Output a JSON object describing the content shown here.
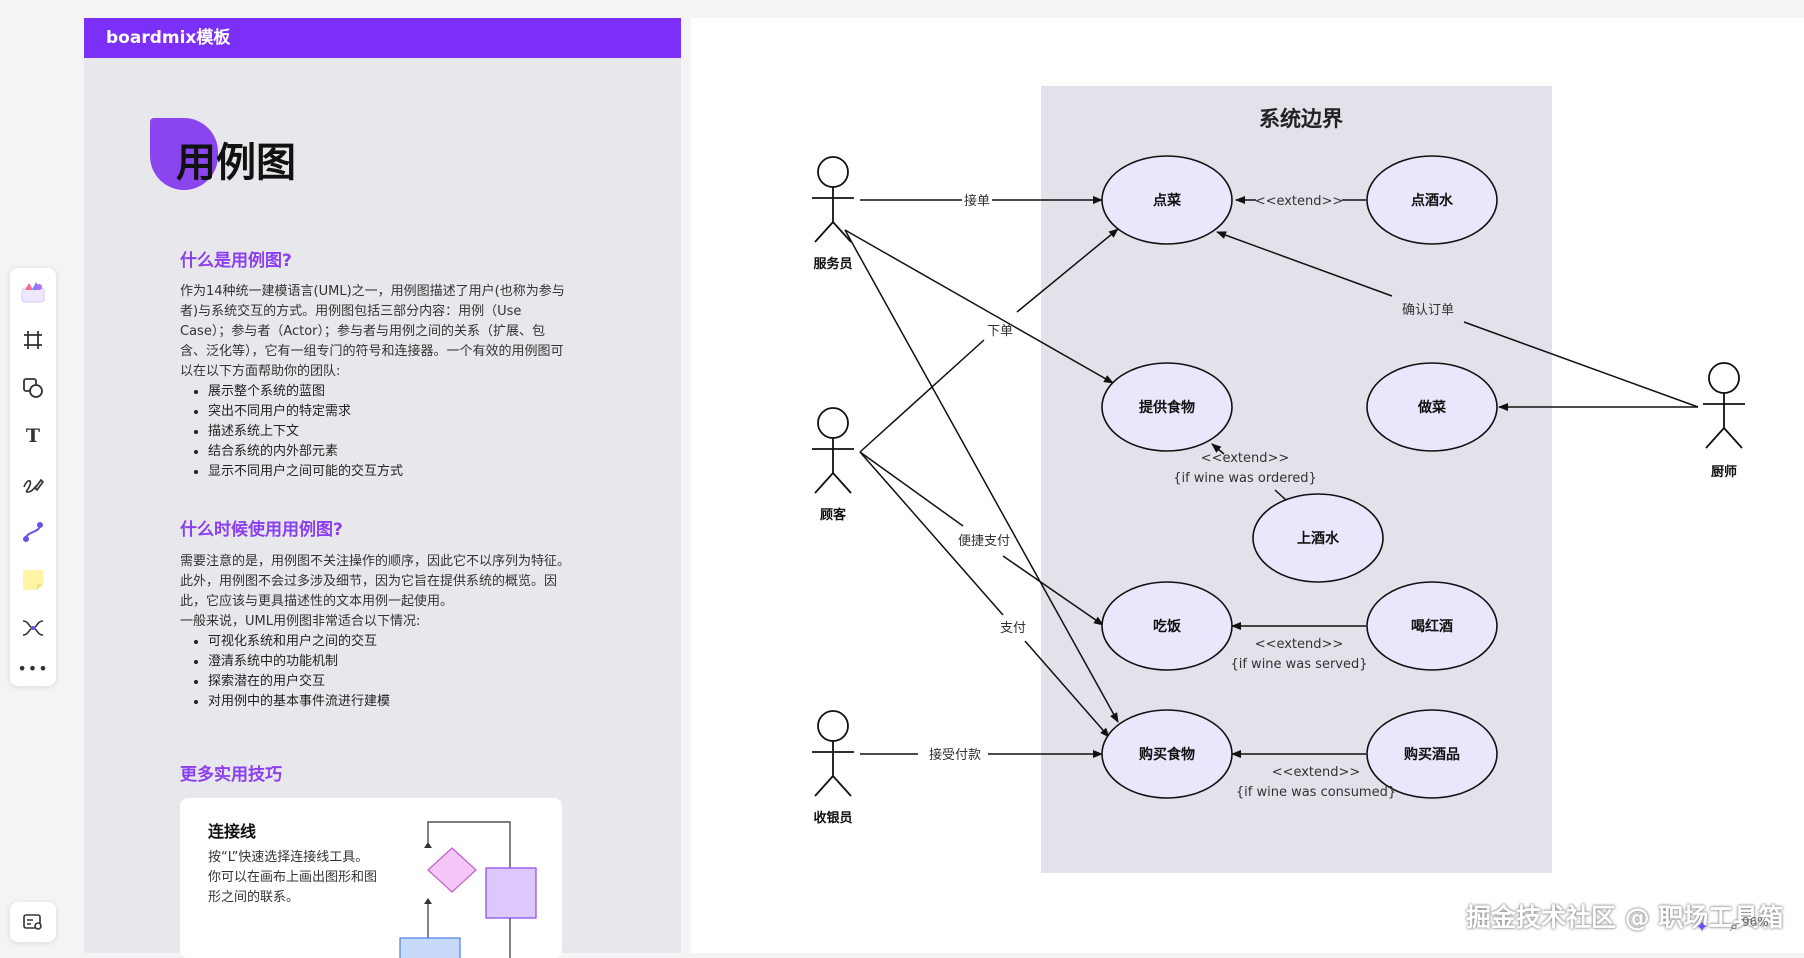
{
  "panel": {
    "header": "boardmix模板",
    "title": "用例图",
    "section1": {
      "heading": "什么是用例图?",
      "body": "作为14种统一建模语言(UML)之一，用例图描述了用户(也称为参与者)与系统交互的方式。用例图包括三部分内容：用例（Use Case）；参与者（Actor）；参与者与用例之间的关系（扩展、包含、泛化等），它有一组专门的符号和连接器。一个有效的用例图可以在以下方面帮助你的团队:",
      "items": [
        "展示整个系统的蓝图",
        "突出不同用户的特定需求",
        "描述系统上下文",
        "结合系统的内外部元素",
        "显示不同用户之间可能的交互方式"
      ]
    },
    "section2": {
      "heading": "什么时候使用用例图?",
      "body": "需要注意的是，用例图不关注操作的顺序，因此它不以序列为特征。此外，用例图不会过多涉及细节，因为它旨在提供系统的概览。因此，它应该与更具描述性的文本用例一起使用。",
      "body2": "一般来说，UML用例图非常适合以下情况:",
      "items": [
        "可视化系统和用户之间的交互",
        "澄清系统中的功能机制",
        "探索潜在的用户交互",
        "对用例中的基本事件流进行建模"
      ]
    },
    "section3": {
      "heading": "更多实用技巧",
      "card_title": "连接线",
      "card_text": "按“L”快速选择连接线工具。你可以在画布上画出图形和图形之间的联系。"
    }
  },
  "diagram": {
    "boundary_title": "系统边界",
    "actors": {
      "waiter": "服务员",
      "customer": "顾客",
      "cashier": "收银员",
      "chef": "厨师"
    },
    "usecases": {
      "order": "点菜",
      "order_wine": "点酒水",
      "serve_food": "提供食物",
      "cook": "做菜",
      "serve_wine": "上酒水",
      "eat": "吃饭",
      "drink": "喝红酒",
      "buy_food": "购买食物",
      "buy_wine": "购买酒品"
    },
    "labels": {
      "take_order": "接单",
      "extend": "<<extend>>",
      "confirm_order": "确认订单",
      "place_order": "下单",
      "extend_ordered_1": "<<extend>>",
      "extend_ordered_2": "{if wine was ordered}",
      "quick_pay": "便捷支付",
      "pay": "支付",
      "extend_served_1": "<<extend>>",
      "extend_served_2": "{if wine was served}",
      "accept_payment": "接受付款",
      "extend_consumed_1": "<<extend>>",
      "extend_consumed_2": "{if wine was consumed}"
    }
  },
  "watermark": "掘金技术社区 @ 职场工具箱",
  "zoom": "96%",
  "colors": {
    "accent": "#7b2ff7",
    "usecase_fill": "#ece6fd",
    "boundary": "#e2e2ea"
  }
}
